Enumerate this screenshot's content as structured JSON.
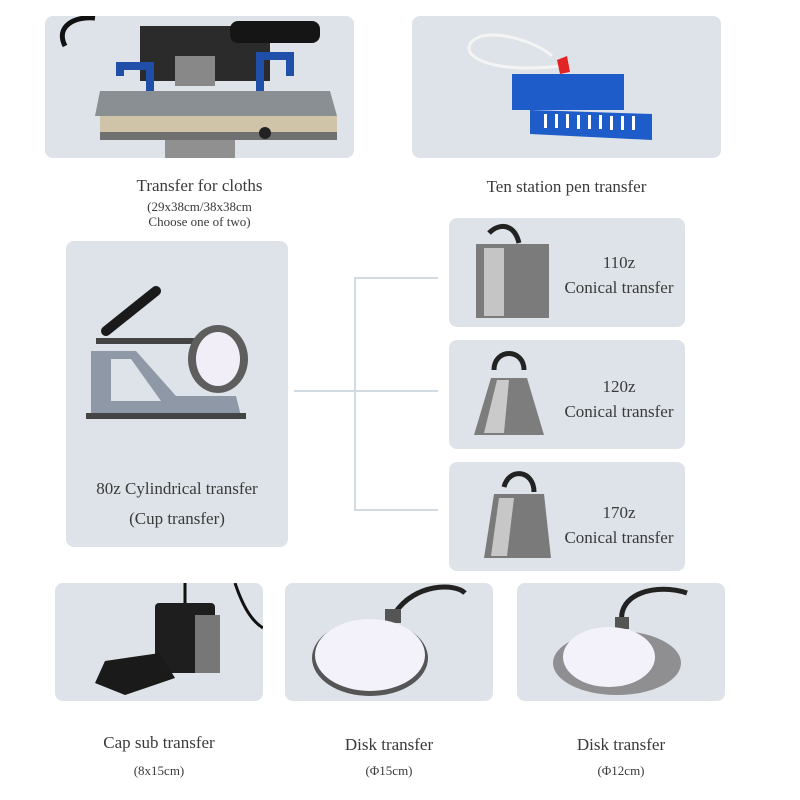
{
  "top": {
    "cloths": {
      "title": "Transfer for cloths",
      "sub1": "(29x38cm/38x38cm",
      "sub2": "Choose one of two)"
    },
    "pen": {
      "title": "Ten station pen transfer"
    }
  },
  "cup": {
    "line1": "80z Cylindrical transfer",
    "line2": "(Cup transfer)"
  },
  "conical": [
    {
      "size": "110z",
      "name": "Conical transfer"
    },
    {
      "size": "120z",
      "name": "Conical transfer"
    },
    {
      "size": "170z",
      "name": "Conical transfer"
    }
  ],
  "bottom": [
    {
      "title": "Cap sub transfer",
      "sub": "(8x15cm)"
    },
    {
      "title": "Disk transfer",
      "sub": "(Φ15cm)"
    },
    {
      "title": "Disk transfer",
      "sub": "(Φ12cm)"
    }
  ]
}
